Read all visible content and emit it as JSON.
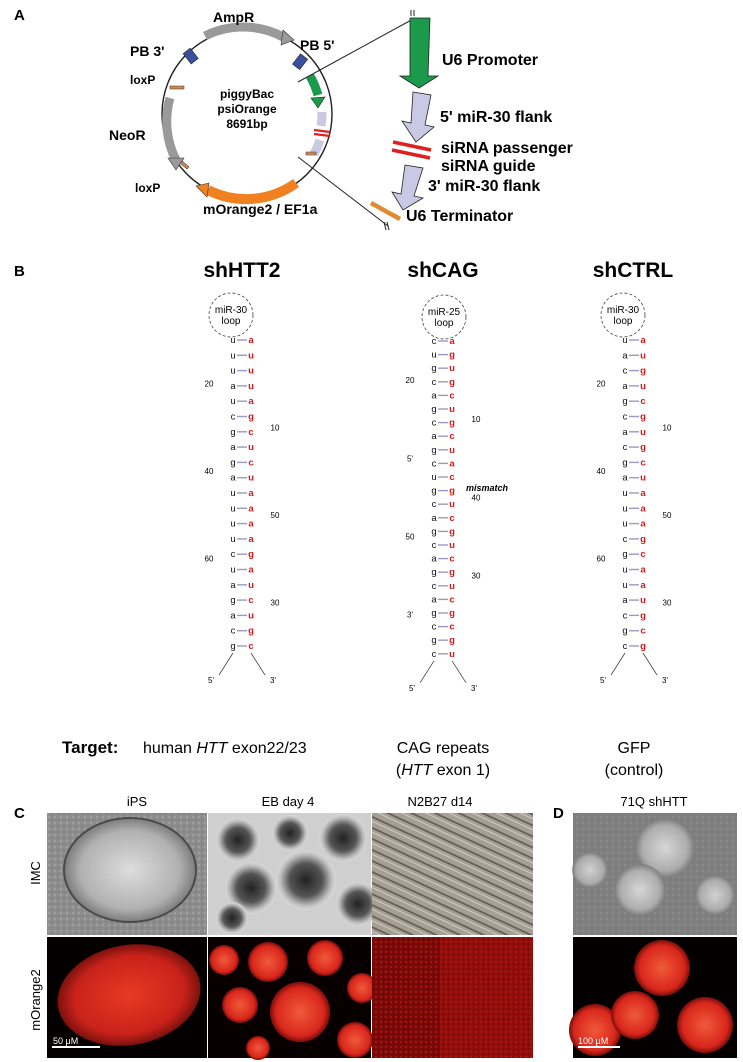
{
  "panelA": {
    "letter": "A",
    "plasmid": {
      "name_line1": "piggyBac",
      "name_line2": "psiOrange",
      "name_line3": "8691bp"
    },
    "labels": {
      "ampr": "AmpR",
      "pb3": "PB 3'",
      "pb5": "PB 5'",
      "loxp_top": "loxP",
      "loxp_bottom": "loxP",
      "neor": "NeoR",
      "morange": "mOrange2 / EF1a"
    },
    "cassette": {
      "u6_promoter": "U6 Promoter",
      "flank5": "5' miR-30 flank",
      "passenger": "siRNA passenger",
      "guide": "siRNA guide",
      "flank3": "3' miR-30 flank",
      "u6_terminator": "U6 Terminator"
    },
    "colors": {
      "ampr": "#9a9a9a",
      "neor": "#9a9a9a",
      "pb": "#3a4fa0",
      "promoter": "#1a9a4a",
      "flank": "#c9c9e6",
      "sirna": "#e02020",
      "morange": "#f08020",
      "terminator": "#e08a30"
    }
  },
  "panelB": {
    "letter": "B",
    "hairpins": [
      {
        "title": "shHTT2",
        "loop": "miR-30\nloop",
        "left": [
          "u",
          "u",
          "u",
          "a",
          "u",
          "c",
          "g",
          "a",
          "g",
          "a",
          "u",
          "u",
          "u",
          "u",
          "c",
          "u",
          "a",
          "g",
          "a",
          "c",
          "g"
        ],
        "right": [
          "a",
          "u",
          "u",
          "u",
          "a",
          "g",
          "c",
          "u",
          "c",
          "u",
          "a",
          "a",
          "a",
          "a",
          "g",
          "a",
          "u",
          "c",
          "u",
          "g",
          "c"
        ],
        "numbers": [
          "20",
          "10",
          "40",
          "50",
          "60",
          "30"
        ],
        "end5": "5'",
        "end3": "3'"
      },
      {
        "title": "shCAG",
        "loop": "miR-25\nloop",
        "left": [
          "c",
          "u",
          "g",
          "c",
          "a",
          "g",
          "c",
          "a",
          "g",
          "c",
          "u",
          "g",
          "c",
          "a",
          "g",
          "c",
          "a",
          "g",
          "c",
          "a",
          "g",
          "c",
          "g",
          "c"
        ],
        "right": [
          "a",
          "g",
          "u",
          "g",
          "c",
          "u",
          "g",
          "c",
          "u",
          "a",
          "c",
          "g",
          "u",
          "c",
          "g",
          "u",
          "c",
          "g",
          "u",
          "c",
          "g",
          "c",
          "g",
          "u"
        ],
        "numbers": [
          "20",
          "10",
          "5'",
          "40",
          "50",
          "30",
          "3'"
        ],
        "mismatch": "mismatch",
        "end5": "5'",
        "end3": "3'"
      },
      {
        "title": "shCTRL",
        "loop": "miR-30\nloop",
        "left": [
          "u",
          "a",
          "c",
          "a",
          "g",
          "c",
          "a",
          "c",
          "g",
          "a",
          "u",
          "u",
          "u",
          "c",
          "g",
          "u",
          "u",
          "a",
          "c",
          "g",
          "c"
        ],
        "right": [
          "a",
          "u",
          "g",
          "u",
          "c",
          "g",
          "u",
          "g",
          "c",
          "u",
          "a",
          "a",
          "a",
          "g",
          "c",
          "a",
          "a",
          "u",
          "g",
          "c",
          "g"
        ],
        "numbers": [
          "20",
          "10",
          "40",
          "50",
          "60",
          "30"
        ],
        "end5": "5'",
        "end3": "3'"
      }
    ],
    "target_label": "Target:",
    "targets": [
      {
        "pre": "human ",
        "italic": "HTT",
        "post": " exon22/23"
      },
      {
        "line1": "CAG repeats",
        "line2_pre": "(",
        "line2_italic": "HTT",
        "line2_post": " exon 1)"
      },
      {
        "line1": "GFP",
        "line2": "(control)"
      }
    ]
  },
  "panelC": {
    "letter": "C",
    "columns": [
      "iPS",
      "EB day 4",
      "N2B27 d14"
    ],
    "rows": [
      "IMC",
      "mOrange2"
    ],
    "scale": "50 μM"
  },
  "panelD": {
    "letter": "D",
    "title": "71Q shHTT",
    "scale": "100 μM"
  }
}
